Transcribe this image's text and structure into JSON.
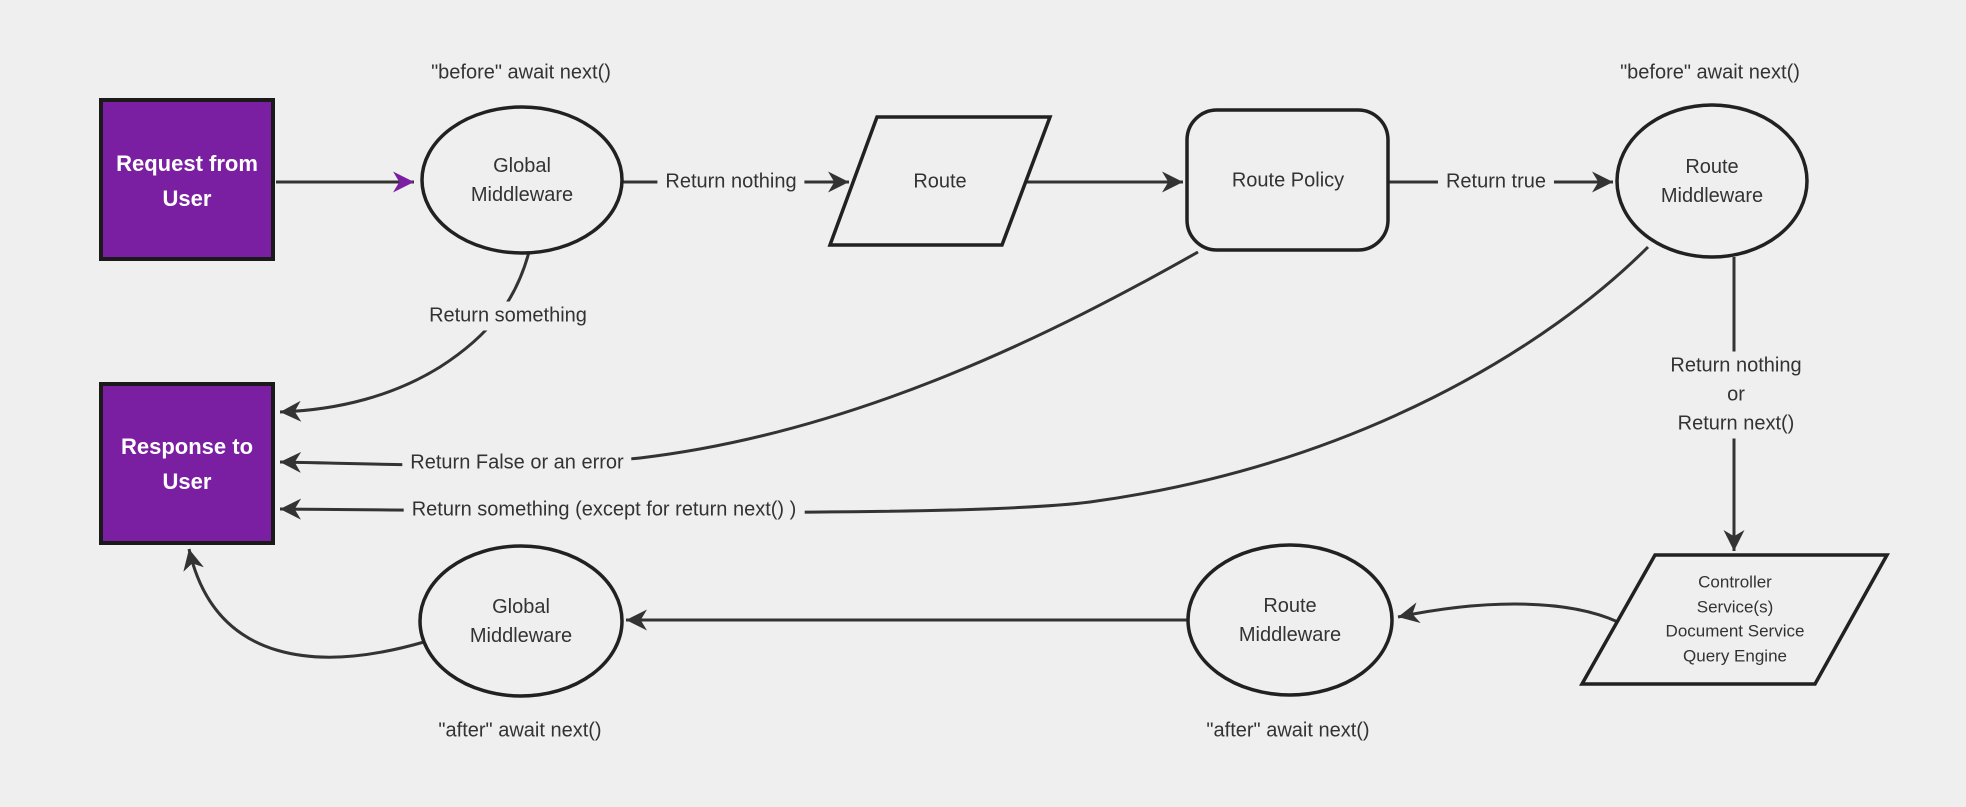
{
  "diagram": {
    "colors": {
      "background": "#efefef",
      "accent_purple": "#7b1fa2",
      "edge_stroke": "#333333",
      "node_stroke": "#212121",
      "terminal_text": "#ffffff"
    },
    "nodes": {
      "request_box": {
        "label": "Request from User"
      },
      "global_middleware_top": {
        "label": "Global Middleware"
      },
      "route": {
        "label": "Route"
      },
      "route_policy": {
        "label": "Route Policy"
      },
      "route_middleware_top": {
        "label": "Route Middleware"
      },
      "controller": {
        "label": "Controller\nService(s)\nDocument Service\nQuery Engine"
      },
      "route_middleware_bottom": {
        "label": "Route Middleware"
      },
      "global_middleware_bottom": {
        "label": "Global Middleware"
      },
      "response_box": {
        "label": "Response to User"
      }
    },
    "annotations": {
      "before_await_left": "\"before\" await next()",
      "before_await_right": "\"before\" await next()",
      "after_await_left": "\"after\" await next()",
      "after_await_right": "\"after\" await next()"
    },
    "edge_labels": {
      "return_nothing": "Return nothing",
      "return_true": "Return true",
      "return_nothing_or_next": "Return nothing\nor\nReturn next()",
      "return_something": "Return something",
      "return_false_or_error": "Return False or an error",
      "return_something_except": "Return something (except for return next() )"
    }
  }
}
